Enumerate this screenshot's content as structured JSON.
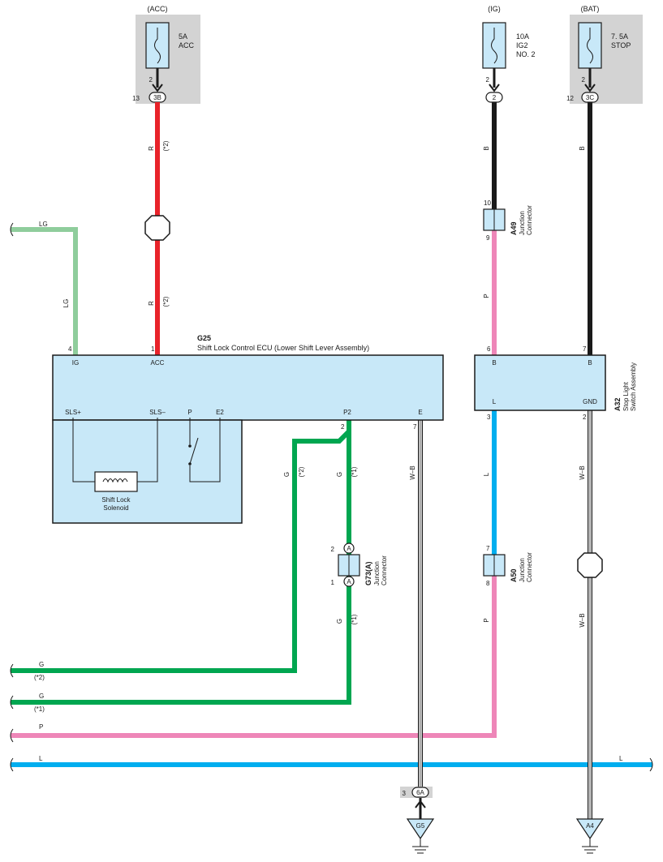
{
  "fuses": {
    "acc": {
      "source": "(ACC)",
      "rating": "5A",
      "name": "ACC",
      "pin": "2",
      "conn_pin": "13",
      "conn": "3B"
    },
    "ig": {
      "source": "(IG)",
      "rating": "10A",
      "name": "IG2",
      "name2": "NO. 2",
      "pin": "2",
      "conn": "2"
    },
    "bat": {
      "source": "(BAT)",
      "rating": "7. 5A",
      "name": "STOP",
      "pin": "2",
      "conn_pin": "12",
      "conn": "3C"
    }
  },
  "ecu": {
    "code": "G25",
    "title": "Shift Lock Control ECU (Lower Shift Lever Assembly)",
    "pins": {
      "ig": {
        "num": "4",
        "label": "IG"
      },
      "acc": {
        "num": "1",
        "label": "ACC"
      },
      "p2": {
        "num": "2",
        "label": "P2"
      },
      "e": {
        "num": "7",
        "label": "E"
      }
    },
    "inner": {
      "sls_plus": "SLS+",
      "sls_minus": "SLS–",
      "p": "P",
      "e2": "E2"
    },
    "solenoid": {
      "line1": "Shift Lock",
      "line2": "Solenoid"
    }
  },
  "stop_switch": {
    "code": "A32",
    "title1": "Stop Light",
    "title2": "Switch Assembly",
    "pins": {
      "b1": {
        "num": "6",
        "label": "B"
      },
      "b2": {
        "num": "7",
        "label": "B"
      },
      "l": {
        "num": "3",
        "label": "L"
      },
      "gnd": {
        "num": "2",
        "label": "GND"
      }
    }
  },
  "junctions": {
    "a49": {
      "code": "A49",
      "l1": "Junction",
      "l2": "Connector",
      "pin_top": "10",
      "pin_bottom": "9"
    },
    "a50": {
      "code": "A50",
      "l1": "Junction",
      "l2": "Connector",
      "pin_top": "7",
      "pin_bottom": "8"
    },
    "g73": {
      "code": "G73(A)",
      "l1": "Junction",
      "l2": "Connector",
      "pin_top": "2",
      "pin_bottom": "1",
      "letter": "A"
    }
  },
  "wires": {
    "r": "R",
    "b": "B",
    "p": "P",
    "lg": "LG",
    "g": "G",
    "l": "L",
    "wb": "W–B",
    "note1": "(*1)",
    "note2": "(*2)"
  },
  "grounds": {
    "g5": {
      "name": "G5",
      "conn": "6A",
      "pin": "3"
    },
    "a4": {
      "name": "A4"
    }
  },
  "colors": {
    "red": "#e8232a",
    "black": "#1a1a1a",
    "pink": "#ee86b8",
    "light_green": "#8fcd9c",
    "green": "#00a650",
    "blue": "#00aeef",
    "box": "#c8e8f8",
    "fuse_bg": "#d3d3d3"
  }
}
